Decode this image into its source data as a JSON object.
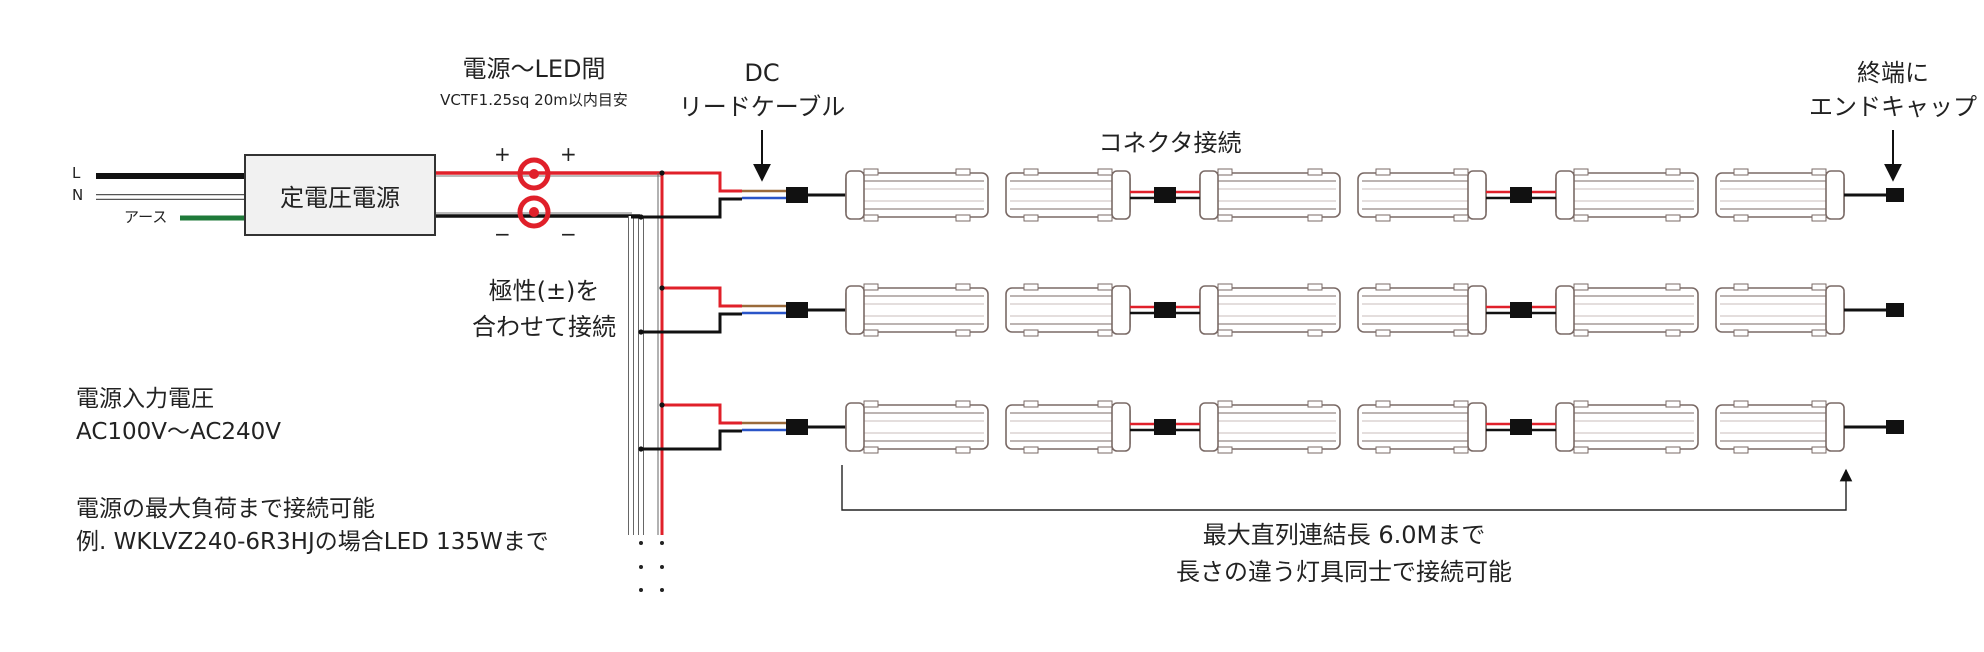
{
  "labels": {
    "line_l": "L",
    "line_n": "N",
    "earth": "アース",
    "psu": "定電圧電源",
    "psu_to_led_title": "電源～LED間",
    "psu_to_led_cable": "VCTF1.25sq 20m以内目安",
    "plus": "+",
    "minus": "−",
    "dc_line1": "DC",
    "dc_line2": "リードケーブル",
    "connector": "コネクタ接続",
    "endcap_line1": "終端に",
    "endcap_line2": "エンドキャップ",
    "polarity_line1": "極性(±)を",
    "polarity_line2": "合わせて接続",
    "max_line1": "最大直列連結長 6.0Mまで",
    "max_line2": "長さの違う灯具同士で接続可能"
  },
  "notes": {
    "input_title": "電源入力電圧",
    "input_range": "AC100V～AC240V",
    "load_line1": "電源の最大負荷まで接続可能",
    "load_line2": "例. WKLVZ240-6R3HJの場合LED 135Wまで"
  },
  "colors": {
    "positive_wire": "#e0202a",
    "negative_wire": "#111111",
    "neutral_wire": "#ffffff",
    "earth_wire": "#1f7a3a",
    "terminal": "#e0202a",
    "fixture_outline": "#7a6a66",
    "dc_blue": "#2a55c8",
    "dc_brown": "#9a6a3a"
  }
}
